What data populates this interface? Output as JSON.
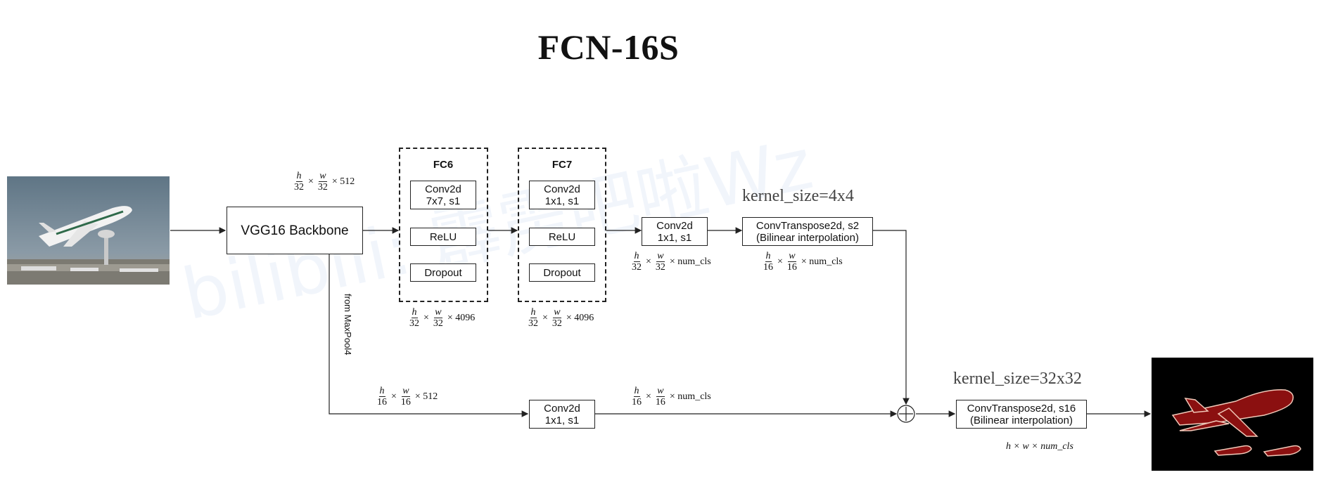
{
  "title": "FCN-16S",
  "watermark": "bilibili: 霹雳吧啦Wz",
  "blocks": {
    "backbone": "VGG16 Backbone",
    "fc6": {
      "title": "FC6",
      "conv": "Conv2d\n7x7, s1",
      "relu": "ReLU",
      "dropout": "Dropout"
    },
    "fc7": {
      "title": "FC7",
      "conv": "Conv2d\n1x1, s1",
      "relu": "ReLU",
      "dropout": "Dropout"
    },
    "conv_top": "Conv2d\n1x1, s1",
    "convt_top": "ConvTranspose2d, s2\n(Bilinear interpolation)",
    "conv_bottom": "Conv2d\n1x1, s1",
    "convt_bottom": "ConvTranspose2d, s16\n(Bilinear interpolation)"
  },
  "labels": {
    "kernel_top": "kernel_size=4x4",
    "kernel_bottom": "kernel_size=32x32",
    "from_maxpool": "from MaxPool4"
  },
  "dims": {
    "backbone_out": {
      "n1": "h",
      "d1": "32",
      "n2": "w",
      "d2": "32",
      "tail": "× 512"
    },
    "fc6_out": {
      "n1": "h",
      "d1": "32",
      "n2": "w",
      "d2": "32",
      "tail": "× 4096"
    },
    "fc7_out": {
      "n1": "h",
      "d1": "32",
      "n2": "w",
      "d2": "32",
      "tail": "× 4096"
    },
    "conv_top_out": {
      "n1": "h",
      "d1": "32",
      "n2": "w",
      "d2": "32",
      "tail": "× num_cls"
    },
    "convt_top_out": {
      "n1": "h",
      "d1": "16",
      "n2": "w",
      "d2": "16",
      "tail": "× num_cls"
    },
    "maxpool4_out": {
      "n1": "h",
      "d1": "16",
      "n2": "w",
      "d2": "16",
      "tail": "× 512"
    },
    "conv_bottom_out": {
      "n1": "h",
      "d1": "16",
      "n2": "w",
      "d2": "16",
      "tail": "× num_cls"
    },
    "final_out": "h × w × num_cls"
  },
  "colors": {
    "mask": "#8b1010",
    "mask_outline": "#f1c8b8",
    "sky": "#5f7585"
  }
}
